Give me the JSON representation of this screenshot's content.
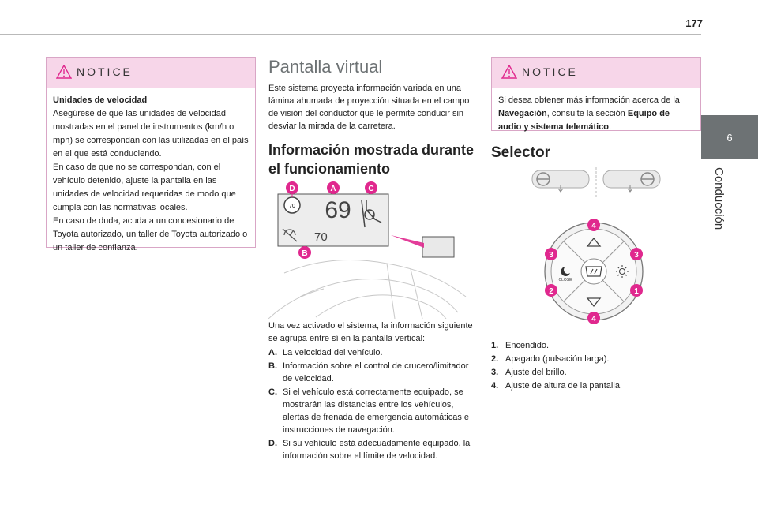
{
  "page": {
    "number": "177"
  },
  "chapter": {
    "number": "6",
    "title": "Conducción"
  },
  "notice_left": {
    "label": "NOTICE",
    "heading": "Unidades de velocidad",
    "para1": "Asegúrese de que las unidades de velocidad mostradas en el panel de instrumentos (km/h o mph) se correspondan con las utilizadas en el país en el que está conduciendo.",
    "para2": "En caso de que no se correspondan, con el vehículo detenido, ajuste la pantalla en las unidades de velocidad requeridas de modo que cumpla con las normativas locales.",
    "para3": "En caso de duda, acuda a un concesionario de Toyota autorizado, un taller de Toyota autorizado o un taller de confianza."
  },
  "virtual": {
    "title": "Pantalla virtual",
    "intro": "Este sistema proyecta información variada en una lámina ahumada de proyección situada en el campo de visión del conductor que le permite conducir sin desviar la mirada de la carretera.",
    "subtitle": "Información mostrada durante el funcionamiento",
    "display": {
      "limit": "70",
      "speed": "69",
      "cruise": "70"
    },
    "callouts": {
      "a": "A",
      "b": "B",
      "c": "C",
      "d": "D"
    },
    "after": "Una vez activado el sistema, la información siguiente se agrupa entre sí en la pantalla vertical:",
    "items": [
      {
        "key": "A.",
        "text": "La velocidad del vehículo."
      },
      {
        "key": "B.",
        "text": "Información sobre el control de crucero/limitador de velocidad."
      },
      {
        "key": "C.",
        "text": "Si el vehículo está correctamente equipado, se mostrarán las distancias entre los vehículos, alertas de frenada de emergencia automáticas e instrucciones de navegación."
      },
      {
        "key": "D.",
        "text": "Si su vehículo está adecuadamente equipado, la información sobre el límite de velocidad."
      }
    ]
  },
  "notice_right": {
    "label": "NOTICE",
    "t1": "Si desea obtener más información acerca de la ",
    "b1": "Navegación",
    "t2": ", consulte la sección ",
    "b2": "Equipo de audio y sistema telemático",
    "t3": "."
  },
  "selector": {
    "title": "Selector",
    "close_label": "CLOSE",
    "badges": {
      "top": "4",
      "left": "3",
      "right": "3",
      "bl": "2",
      "br": "1",
      "bottom": "4"
    },
    "items": [
      {
        "key": "1.",
        "text": "Encendido."
      },
      {
        "key": "2.",
        "text": "Apagado (pulsación larga)."
      },
      {
        "key": "3.",
        "text": "Ajuste del brillo."
      },
      {
        "key": "4.",
        "text": "Ajuste de altura de la pantalla."
      }
    ]
  },
  "colors": {
    "accent": "#e0288e",
    "notice_bg": "#f7d6e9",
    "tab": "#6d7274"
  }
}
